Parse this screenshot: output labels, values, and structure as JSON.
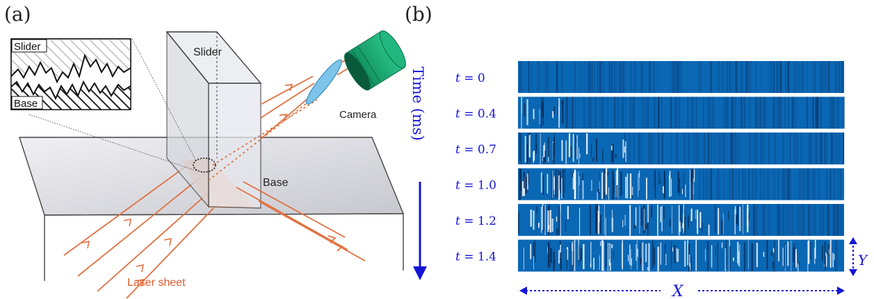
{
  "panel_a": {
    "label": "(a)",
    "slider_label": "Slider",
    "inset_top_label": "Slider",
    "inset_bottom_label": "Base",
    "base_label": "Base",
    "camera_label": "Camera",
    "laser_label": "Laser sheet"
  },
  "panel_b": {
    "label": "(b)",
    "time_axis": {
      "label": "Time  (ms)"
    },
    "frames": [
      {
        "t_label": "t",
        "value": "= 0",
        "front": 0.0
      },
      {
        "t_label": "t",
        "value": "= 0.4",
        "front": 0.14
      },
      {
        "t_label": "t",
        "value": "= 0.7",
        "front": 0.34
      },
      {
        "t_label": "t",
        "value": "= 1.0",
        "front": 0.55
      },
      {
        "t_label": "t",
        "value": "= 1.2",
        "front": 0.72
      },
      {
        "t_label": "t",
        "value": "= 1.4",
        "front": 0.97
      }
    ],
    "x_axis_label": "X",
    "y_axis_label": "Y"
  },
  "colors": {
    "laser": "#e0703f",
    "camera": "#1aa572",
    "lens": "#7cc4ea",
    "axis_blue": "#1515d6",
    "frame_blue": "#0a67b4",
    "dark_blue": "#0b2a55",
    "light_blue": "#cfe8ff",
    "laser_label": "#e15a2b"
  }
}
